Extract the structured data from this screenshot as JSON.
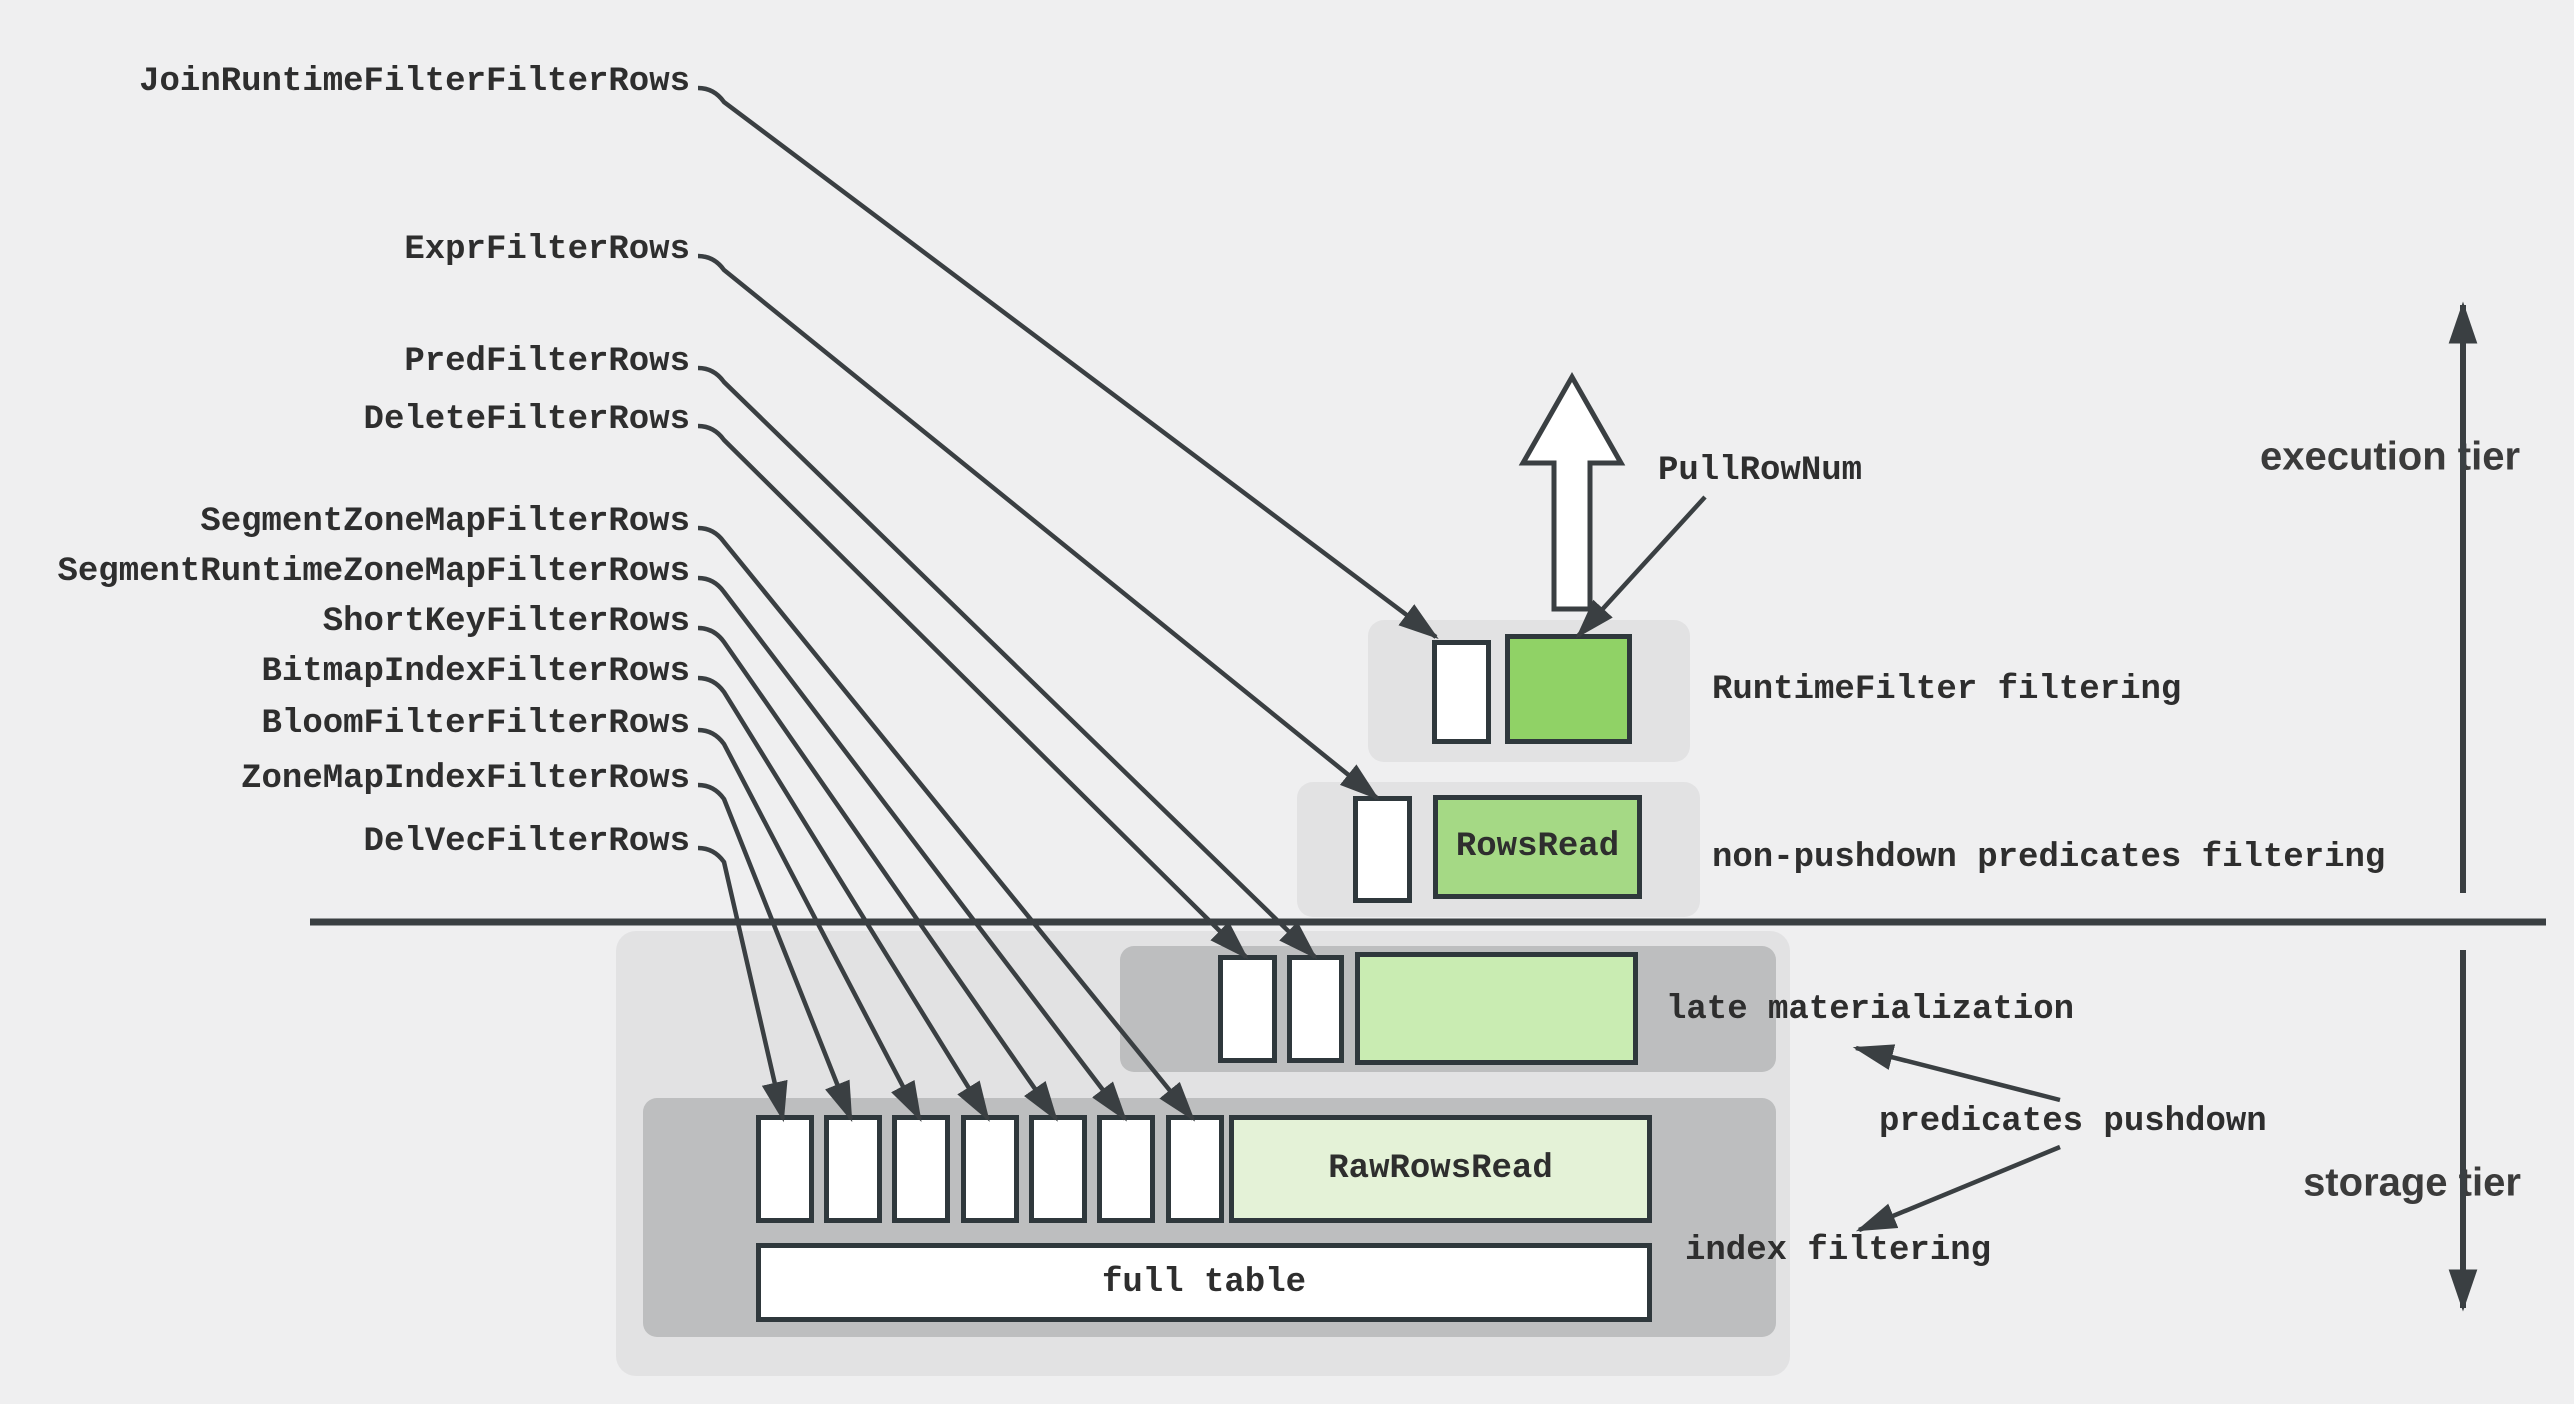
{
  "page": {
    "background": "#efeff0"
  },
  "colors": {
    "line": "#3a3f42",
    "box_border": "#2f383c",
    "container_light": "#e2e2e3",
    "container_dark": "#bdbebf",
    "green_bright": "#90d266",
    "green_medium": "#a5d985",
    "green_light": "#c9ecb2",
    "green_pale": "#e4f2d7",
    "text": "#2e2e2e"
  },
  "left_labels": [
    {
      "text": "JoinRuntimeFilterFilterRows"
    },
    {
      "text": "ExprFilterRows"
    },
    {
      "text": "PredFilterRows"
    },
    {
      "text": "DeleteFilterRows"
    },
    {
      "text": "SegmentZoneMapFilterRows"
    },
    {
      "text": "SegmentRuntimeZoneMapFilterRows"
    },
    {
      "text": "ShortKeyFilterRows"
    },
    {
      "text": "BitmapIndexFilterRows"
    },
    {
      "text": "BloomFilterFilterRows"
    },
    {
      "text": "ZoneMapIndexFilterRows"
    },
    {
      "text": "DelVecFilterRows"
    }
  ],
  "tiers": {
    "execution": "execution tier",
    "storage": "storage tier"
  },
  "rows": {
    "runtime_filter": {
      "label": "RuntimeFilter filtering"
    },
    "non_pushdown": {
      "label": "non-pushdown predicates filtering",
      "box": "RowsRead"
    },
    "late_materialization": {
      "label": "late materialization"
    },
    "raw_read": {
      "box": "RawRowsRead"
    },
    "full_table": {
      "label": "full table"
    }
  },
  "annotations": {
    "pull_row_num": "PullRowNum",
    "predicates_pushdown": "predicates pushdown",
    "index_filtering": "index filtering"
  }
}
